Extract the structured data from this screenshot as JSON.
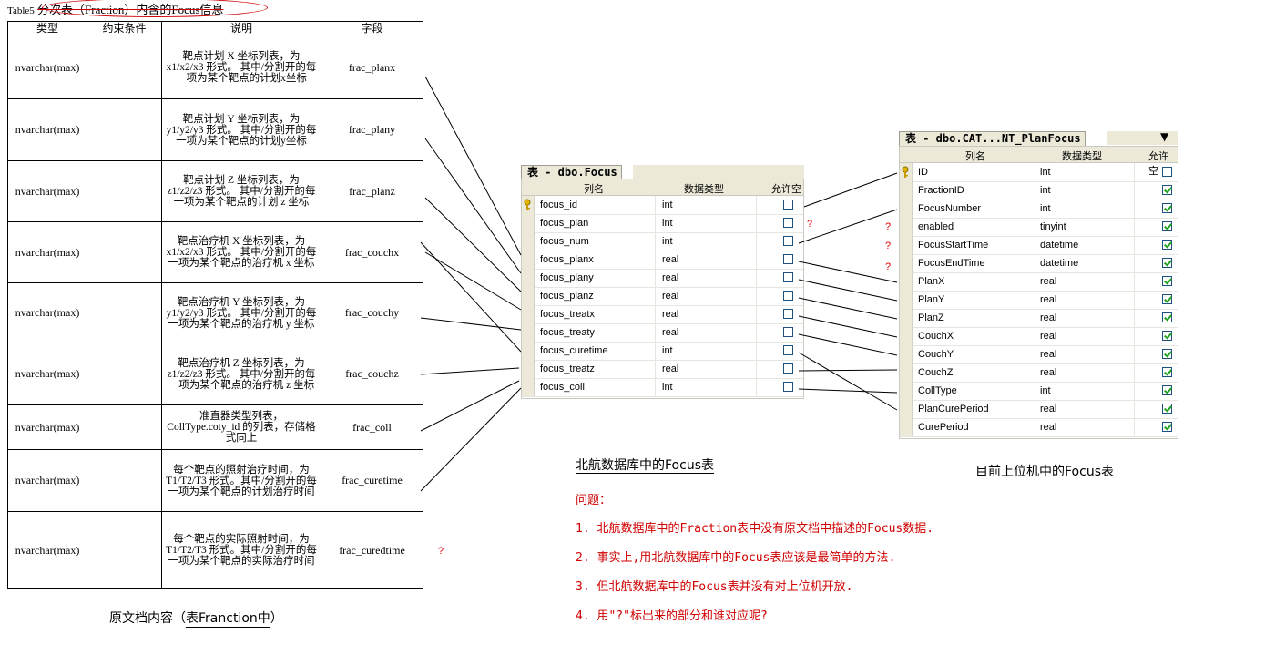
{
  "doc": {
    "caption_prefix": "Table5",
    "caption_title": "分次表（Fraction）内含的Focus信息",
    "headers": [
      "类型",
      "约束条件",
      "说明",
      "字段"
    ],
    "rows": [
      {
        "type": "nvarchar(max)",
        "constraint": "",
        "desc": "靶点计划 X 坐标列表，为 x1/x2/x3 形式。 其中/分割开的每一项为某个靶点的计划x坐标",
        "field": "frac_planx"
      },
      {
        "type": "nvarchar(max)",
        "constraint": "",
        "desc": "靶点计划 Y 坐标列表，为 y1/y2/y3 形式。 其中/分割开的每一项为某个靶点的计划y坐标",
        "field": "frac_plany"
      },
      {
        "type": "nvarchar(max)",
        "constraint": "",
        "desc": "靶点计划 Z 坐标列表，为 z1/z2/z3 形式。 其中/分割开的每一项为某个靶点的计划 z 坐标",
        "field": "frac_planz"
      },
      {
        "type": "nvarchar(max)",
        "constraint": "",
        "desc": "靶点治疗机 X 坐标列表，为 x1/x2/x3 形式。 其中/分割开的每一项为某个靶点的治疗机 x 坐标",
        "field": "frac_couchx"
      },
      {
        "type": "nvarchar(max)",
        "constraint": "",
        "desc": "靶点治疗机 Y 坐标列表，为 y1/y2/y3 形式。 其中/分割开的每一项为某个靶点的治疗机 y 坐标",
        "field": "frac_couchy"
      },
      {
        "type": "nvarchar(max)",
        "constraint": "",
        "desc": "靶点治疗机 Z 坐标列表，为 z1/z2/z3 形式。 其中/分割开的每一项为某个靶点的治疗机 z 坐标",
        "field": "frac_couchz"
      },
      {
        "type": "nvarchar(max)",
        "constraint": "",
        "desc": "准直器类型列表，CollType.coty_id 的列表，存储格式同上",
        "field": "frac_coll"
      },
      {
        "type": "nvarchar(max)",
        "constraint": "",
        "desc": "每个靶点的照射治疗时间，为 T1/T2/T3 形式。其中/分割开的每一项为某个靶点的计划治疗时间",
        "field": "frac_curetime"
      },
      {
        "type": "nvarchar(max)",
        "constraint": "",
        "desc": "每个靶点的实际照射时间，为 T1/T2/T3 形式。其中/分割开的每一项为某个靶点的实际治疗时间",
        "field": "frac_curedtime"
      }
    ],
    "bottom_caption_prefix": "原文档内容（",
    "bottom_caption_under": "表Franction中",
    "bottom_caption_suffix": "）"
  },
  "focus_table": {
    "title": "表 - dbo.Focus",
    "headers": [
      "列名",
      "数据类型",
      "允许空"
    ],
    "rows": [
      {
        "name": "focus_id",
        "type": "int",
        "nullable": false,
        "pk": true
      },
      {
        "name": "focus_plan",
        "type": "int",
        "nullable": false
      },
      {
        "name": "focus_num",
        "type": "int",
        "nullable": false
      },
      {
        "name": "focus_planx",
        "type": "real",
        "nullable": false
      },
      {
        "name": "focus_plany",
        "type": "real",
        "nullable": false
      },
      {
        "name": "focus_planz",
        "type": "real",
        "nullable": false
      },
      {
        "name": "focus_treatx",
        "type": "real",
        "nullable": false
      },
      {
        "name": "focus_treaty",
        "type": "real",
        "nullable": false
      },
      {
        "name": "focus_curetime",
        "type": "int",
        "nullable": false
      },
      {
        "name": "focus_treatz",
        "type": "real",
        "nullable": false
      },
      {
        "name": "focus_coll",
        "type": "int",
        "nullable": false
      }
    ],
    "caption": "北航数据库中的Focus表"
  },
  "plan_table": {
    "title": "表 - dbo.CAT...NT_PlanFocus",
    "headers": [
      "列名",
      "数据类型",
      "允许空"
    ],
    "rows": [
      {
        "name": "ID",
        "type": "int",
        "nullable": false,
        "pk": true
      },
      {
        "name": "FractionID",
        "type": "int",
        "nullable": true
      },
      {
        "name": "FocusNumber",
        "type": "int",
        "nullable": true
      },
      {
        "name": "enabled",
        "type": "tinyint",
        "nullable": true
      },
      {
        "name": "FocusStartTime",
        "type": "datetime",
        "nullable": true
      },
      {
        "name": "FocusEndTime",
        "type": "datetime",
        "nullable": true
      },
      {
        "name": "PlanX",
        "type": "real",
        "nullable": true
      },
      {
        "name": "PlanY",
        "type": "real",
        "nullable": true
      },
      {
        "name": "PlanZ",
        "type": "real",
        "nullable": true
      },
      {
        "name": "CouchX",
        "type": "real",
        "nullable": true
      },
      {
        "name": "CouchY",
        "type": "real",
        "nullable": true
      },
      {
        "name": "CouchZ",
        "type": "real",
        "nullable": true
      },
      {
        "name": "CollType",
        "type": "int",
        "nullable": true
      },
      {
        "name": "PlanCurePeriod",
        "type": "real",
        "nullable": true
      },
      {
        "name": "CurePeriod",
        "type": "real",
        "nullable": true
      }
    ],
    "caption": "目前上位机中的Focus表"
  },
  "question_mark": "?",
  "issues": [
    "问题：",
    "1. 北航数据库中的Fraction表中没有原文档中描述的Focus数据.",
    "2. 事实上,用北航数据库中的Focus表应该是最简单的方法.",
    "3. 但北航数据库中的Focus表并没有对上位机开放.",
    "4. 用\"?\"标出来的部分和谁对应呢?"
  ],
  "colors": {
    "question": "#e00000",
    "issues": "#d00000",
    "grid_header": "#ece9d8",
    "check": "#21a121"
  }
}
